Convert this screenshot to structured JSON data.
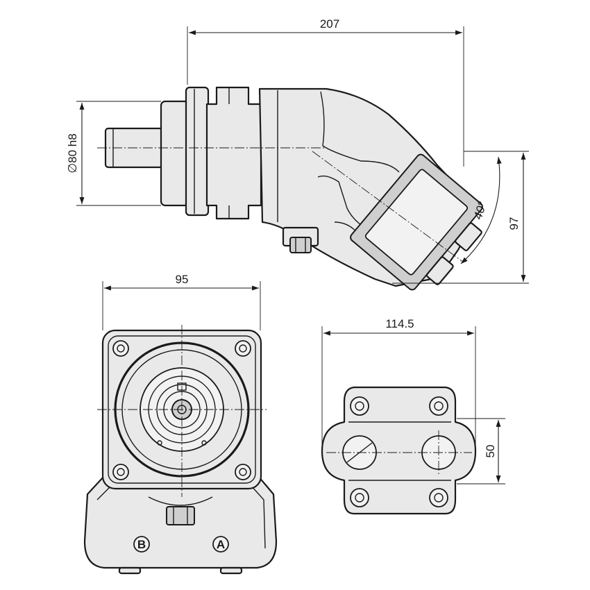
{
  "dimensions": {
    "overall_length": "207",
    "shaft_diameter": "∅80 h8",
    "height_offset": "97",
    "bend_angle": "40°",
    "flange_width": "95",
    "port_plate_width": "114.5",
    "port_spacing": "50"
  },
  "ports": {
    "port_a": "A",
    "port_b": "B"
  },
  "colors": {
    "line": "#1a1a1a",
    "body": "#e9e9e9",
    "shade": "#cfcfcf"
  }
}
